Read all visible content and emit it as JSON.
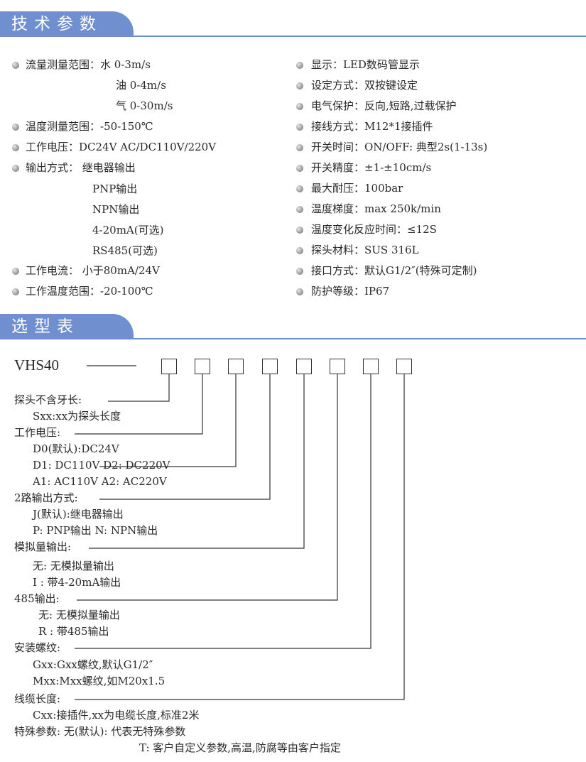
{
  "sections": {
    "params_title": "技术参数",
    "selection_title": "选型表"
  },
  "left_params": [
    "流量测量范围：水  0-3m/s",
    "油  0-4m/s",
    "气  0-30m/s",
    "温度测量范围：-50-150℃",
    "工作电压：DC24V   AC/DC110V/220V",
    "输出方式： 继电器输出",
    "PNP输出",
    "NPN输出",
    "4-20mA(可选)",
    "RS485(可选)",
    "工作电流： 小于80mA/24V",
    "工作温度范围：-20-100℃"
  ],
  "right_params": [
    "显示：LED数码管显示",
    "设定方式：双按键设定",
    "电气保护：反向,短路,过载保护",
    "接线方式：M12*1接插件",
    "开关时间：ON/OFF:  典型2s(1-13s)",
    "开关精度：±1-±10cm/s",
    "最大耐压：100bar",
    "温度梯度：max 250k/min",
    "温度变化反应时间：≤12S",
    "探头材料：SUS 316L",
    "接口方式：默认G1/2″(特殊可定制)",
    "防护等级：IP67"
  ],
  "model": "VHS40",
  "selection": [
    "探头不含牙长:",
    "Sxx:xx为探头长度",
    "工作电压:",
    "D0(默认):DC24V",
    "D1: DC110V  D2: DC220V",
    "A1: AC110V  A2: AC220V",
    "2路输出方式:",
    "J(默认):继电器输出",
    "P: PNP输出   N: NPN输出",
    "模拟量输出:",
    "无:  无模拟量输出",
    "I :  带4-20mA输出",
    "485输出:",
    "无:  无模拟量输出",
    "R :  带485输出",
    "安装螺纹:",
    "Gxx:Gxx螺纹,默认G1/2″",
    "Mxx:Mxx螺纹,如M20x1.5",
    "线缆长度:",
    "Cxx:接插件,xx为电缆长度,标准2米",
    "特殊参数:   无(默认): 代表无特殊参数",
    "T: 客户自定义参数,高温,防腐等由客户指定"
  ]
}
